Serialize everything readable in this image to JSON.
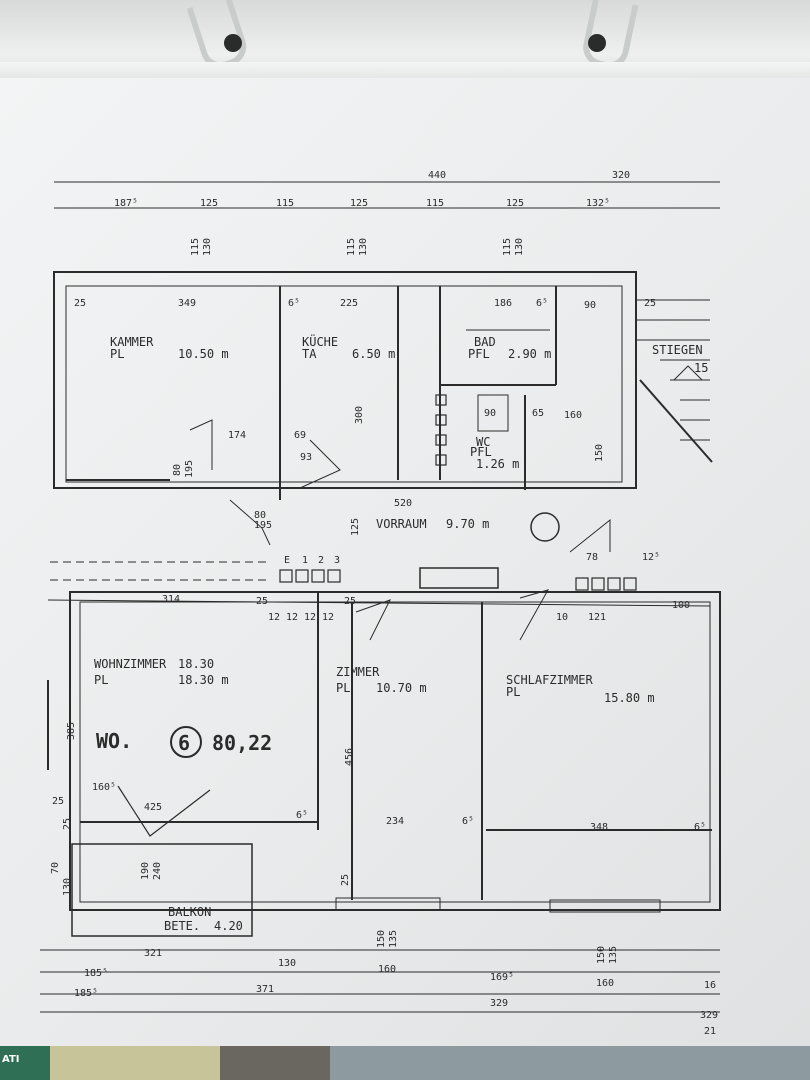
{
  "rooms": {
    "kammer": {
      "name": "KAMMER",
      "floor": "PL",
      "area": "10.50 m"
    },
    "kueche": {
      "name": "KÜCHE",
      "floor": "TA",
      "area": "6.50 m"
    },
    "bad": {
      "name": "BAD",
      "floor": "PFL",
      "area": "2.90 m"
    },
    "wc": {
      "name": "WC",
      "floor": "PFL",
      "area": "1.26 m"
    },
    "stiegen": {
      "name": "STIEGEN",
      "steps": "15"
    },
    "vorraum": {
      "name": "VORRAUM",
      "area": "9.70 m"
    },
    "wohnzimmer": {
      "name": "WOHNZIMMER",
      "sub": "18.30",
      "floor": "PL",
      "area": "18.30 m"
    },
    "zimmer": {
      "name": "ZIMMER",
      "floor": "PL",
      "area": "10.70 m"
    },
    "schlafzimmer": {
      "name": "SCHLAFZIMMER",
      "floor": "PL",
      "area": "15.80 m"
    },
    "balkon": {
      "name": "BALKON",
      "floor": "BETE.",
      "width": "4.20"
    }
  },
  "unit": {
    "prefix": "WO.",
    "number": "6",
    "area": "80,22"
  },
  "dims_top": {
    "total": "440",
    "right_total": "320",
    "a": "187⁵",
    "b": "125",
    "c": "115",
    "d": "125",
    "e": "115",
    "f": "125",
    "g": "132⁵",
    "w1": "115",
    "w1b": "130",
    "w2": "115",
    "w2b": "130",
    "w3": "115",
    "w3b": "130"
  },
  "dims_inner": {
    "kammer_w": "349",
    "kammer_t": "25",
    "kueche_w": "225",
    "kueche_t": "6⁵",
    "kueche_h": "300",
    "bad_w": "186",
    "bad_t": "6⁵",
    "bad_r": "90",
    "stairs_t": "25",
    "k174": "174",
    "k69": "69",
    "k93": "93",
    "k80": "80",
    "k195": "195",
    "v520": "520",
    "v125": "125",
    "v80": "80",
    "v195": "195",
    "w90": "90",
    "w65": "65",
    "w160": "160",
    "w150": "150",
    "s78": "78",
    "s125": "12⁵",
    "s100": "100",
    "s10": "10",
    "s121": "121",
    "r314": "314",
    "r25a": "25",
    "r12a": "12",
    "r12b": "12",
    "r12c": "12",
    "r12d": "12",
    "r25b": "25",
    "e1": "E",
    "e2": "1",
    "e3": "2",
    "e4": "3",
    "wz385": "385",
    "wz456": "456",
    "wz25a": "25",
    "wz25b": "25",
    "wz160": "160⁵",
    "wz425": "425",
    "wz65": "6⁵",
    "wz234": "234",
    "wz65b": "6⁵",
    "sz348": "348",
    "sz65": "6⁵",
    "b190": "190",
    "b240": "240",
    "b70": "70",
    "b130": "130",
    "z25": "25"
  },
  "dims_bottom": {
    "d321": "321",
    "d130": "130",
    "d160": "160",
    "d1695": "169⁵",
    "d160b": "160",
    "d16": "16",
    "d1855a": "185⁵",
    "d371": "371",
    "d1855b": "185⁵",
    "d329a": "329",
    "d329b": "329",
    "d21": "21",
    "h150a": "150",
    "h135a": "135",
    "h150b": "150",
    "h135b": "135"
  },
  "bottom_strip": {
    "text": "ATI"
  }
}
